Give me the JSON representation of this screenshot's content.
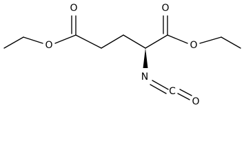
{
  "molecule": {
    "atoms": {
      "o_left_ester": "O",
      "o_left_carbonyl": "O",
      "o_right_carbonyl": "O",
      "o_right_ester": "O",
      "n_isocyanate": "N",
      "c_isocyanate": "C",
      "o_isocyanate": "O"
    },
    "colors": {
      "bond": "#000000",
      "label": "#000000",
      "background": "#ffffff"
    }
  }
}
